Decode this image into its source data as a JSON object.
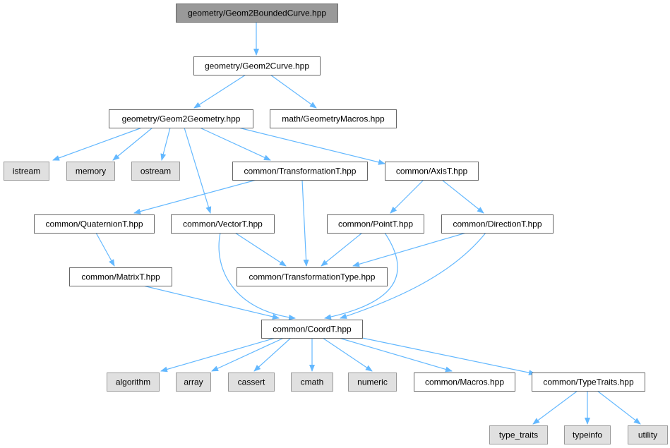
{
  "colors": {
    "edge": "#63b8ff",
    "node_fill": "#ffffff",
    "node_border": "#666666",
    "root_fill": "#999999",
    "root_border": "#666666",
    "external_fill": "#e0e0e0",
    "external_border": "#999999"
  },
  "nodes": [
    {
      "id": "root",
      "label": "geometry/Geom2BoundedCurve.hpp",
      "kind": "root"
    },
    {
      "id": "curve",
      "label": "geometry/Geom2Curve.hpp",
      "kind": "internal"
    },
    {
      "id": "geom",
      "label": "geometry/Geom2Geometry.hpp",
      "kind": "internal"
    },
    {
      "id": "macros",
      "label": "math/GeometryMacros.hpp",
      "kind": "internal"
    },
    {
      "id": "istream",
      "label": "istream",
      "kind": "external"
    },
    {
      "id": "memory",
      "label": "memory",
      "kind": "external"
    },
    {
      "id": "ostream",
      "label": "ostream",
      "kind": "external"
    },
    {
      "id": "transT",
      "label": "common/TransformationT.hpp",
      "kind": "internal"
    },
    {
      "id": "axisT",
      "label": "common/AxisT.hpp",
      "kind": "internal"
    },
    {
      "id": "quatT",
      "label": "common/QuaternionT.hpp",
      "kind": "internal"
    },
    {
      "id": "vecT",
      "label": "common/VectorT.hpp",
      "kind": "internal"
    },
    {
      "id": "pointT",
      "label": "common/PointT.hpp",
      "kind": "internal"
    },
    {
      "id": "dirT",
      "label": "common/DirectionT.hpp",
      "kind": "internal"
    },
    {
      "id": "matT",
      "label": "common/MatrixT.hpp",
      "kind": "internal"
    },
    {
      "id": "transType",
      "label": "common/TransformationType.hpp",
      "kind": "internal"
    },
    {
      "id": "coordT",
      "label": "common/CoordT.hpp",
      "kind": "internal"
    },
    {
      "id": "algorithm",
      "label": "algorithm",
      "kind": "external"
    },
    {
      "id": "array",
      "label": "array",
      "kind": "external"
    },
    {
      "id": "cassert",
      "label": "cassert",
      "kind": "external"
    },
    {
      "id": "cmath",
      "label": "cmath",
      "kind": "external"
    },
    {
      "id": "numeric",
      "label": "numeric",
      "kind": "external"
    },
    {
      "id": "cmacros",
      "label": "common/Macros.hpp",
      "kind": "internal"
    },
    {
      "id": "typetraits",
      "label": "common/TypeTraits.hpp",
      "kind": "internal"
    },
    {
      "id": "type_traits",
      "label": "type_traits",
      "kind": "external"
    },
    {
      "id": "typeinfo",
      "label": "typeinfo",
      "kind": "external"
    },
    {
      "id": "utility",
      "label": "utility",
      "kind": "external"
    }
  ],
  "edges": [
    {
      "from": "root",
      "to": "curve"
    },
    {
      "from": "curve",
      "to": "geom"
    },
    {
      "from": "curve",
      "to": "macros"
    },
    {
      "from": "geom",
      "to": "istream"
    },
    {
      "from": "geom",
      "to": "memory"
    },
    {
      "from": "geom",
      "to": "ostream"
    },
    {
      "from": "geom",
      "to": "transT"
    },
    {
      "from": "geom",
      "to": "axisT"
    },
    {
      "from": "geom",
      "to": "vecT"
    },
    {
      "from": "transT",
      "to": "quatT"
    },
    {
      "from": "transT",
      "to": "transType"
    },
    {
      "from": "axisT",
      "to": "pointT"
    },
    {
      "from": "axisT",
      "to": "dirT"
    },
    {
      "from": "quatT",
      "to": "matT"
    },
    {
      "from": "vecT",
      "to": "transType"
    },
    {
      "from": "vecT",
      "to": "coordT"
    },
    {
      "from": "pointT",
      "to": "transType"
    },
    {
      "from": "pointT",
      "to": "coordT"
    },
    {
      "from": "dirT",
      "to": "transType"
    },
    {
      "from": "dirT",
      "to": "coordT"
    },
    {
      "from": "matT",
      "to": "coordT"
    },
    {
      "from": "coordT",
      "to": "algorithm"
    },
    {
      "from": "coordT",
      "to": "array"
    },
    {
      "from": "coordT",
      "to": "cassert"
    },
    {
      "from": "coordT",
      "to": "cmath"
    },
    {
      "from": "coordT",
      "to": "numeric"
    },
    {
      "from": "coordT",
      "to": "cmacros"
    },
    {
      "from": "coordT",
      "to": "typetraits"
    },
    {
      "from": "typetraits",
      "to": "type_traits"
    },
    {
      "from": "typetraits",
      "to": "typeinfo"
    },
    {
      "from": "typetraits",
      "to": "utility"
    }
  ]
}
